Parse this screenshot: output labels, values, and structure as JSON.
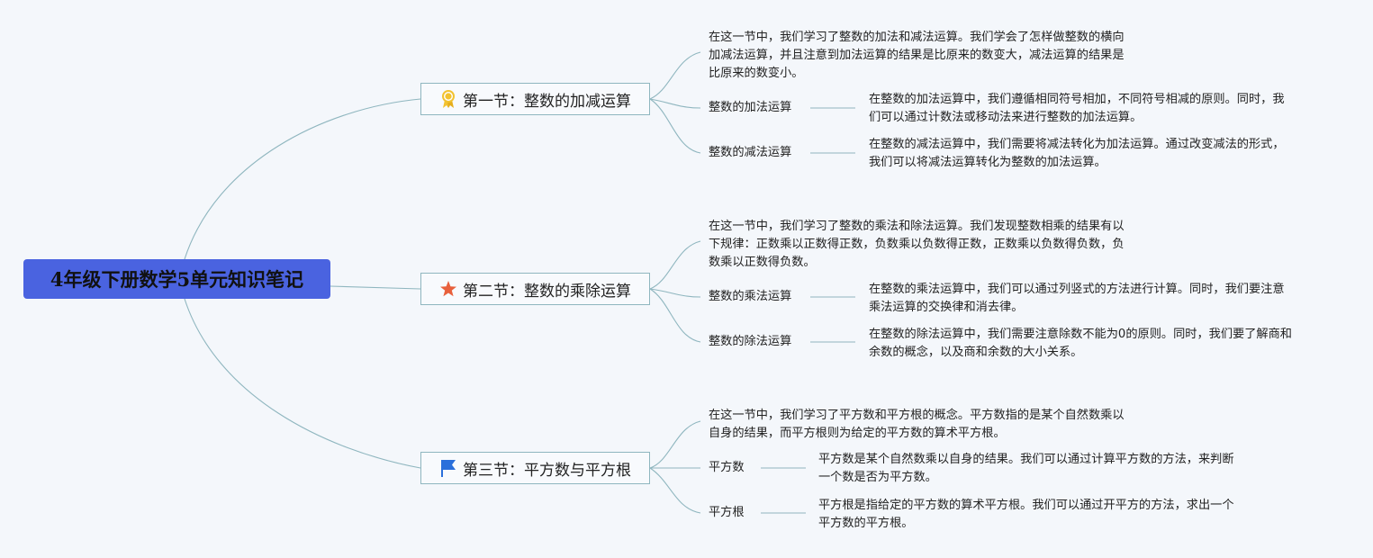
{
  "root": {
    "title": "4年级下册数学5单元知识笔记"
  },
  "sections": [
    {
      "title": "第一节：整数的加减运算",
      "icon": "award-ribbon-icon",
      "summary": [
        "在这一节中，我们学习了整数的加法和减法运算。我们学会了怎样做整数的横向",
        "加减法运算，并且注意到加法运算的结果是比原来的数变大，减法运算的结果是",
        "比原来的数变小。"
      ],
      "children": [
        {
          "label": "整数的加法运算",
          "text": [
            "在整数的加法运算中，我们遵循相同符号相加，不同符号相减的原则。同时，我",
            "们可以通过计数法或移动法来进行整数的加法运算。"
          ]
        },
        {
          "label": "整数的减法运算",
          "text": [
            "在整数的减法运算中，我们需要将减法转化为加法运算。通过改变减法的形式，",
            "我们可以将减法运算转化为整数的加法运算。"
          ]
        }
      ]
    },
    {
      "title": "第二节：整数的乘除运算",
      "icon": "star-icon",
      "summary": [
        "在这一节中，我们学习了整数的乘法和除法运算。我们发现整数相乘的结果有以",
        "下规律：正数乘以正数得正数，负数乘以负数得正数，正数乘以负数得负数，负",
        "数乘以正数得负数。"
      ],
      "children": [
        {
          "label": "整数的乘法运算",
          "text": [
            "在整数的乘法运算中，我们可以通过列竖式的方法进行计算。同时，我们要注意",
            "乘法运算的交换律和消去律。"
          ]
        },
        {
          "label": "整数的除法运算",
          "text": [
            "在整数的除法运算中，我们需要注意除数不能为0的原则。同时，我们要了解商和",
            "余数的概念，以及商和余数的大小关系。"
          ]
        }
      ]
    },
    {
      "title": "第三节：平方数与平方根",
      "icon": "flag-icon",
      "summary": [
        "在这一节中，我们学习了平方数和平方根的概念。平方数指的是某个自然数乘以",
        "自身的结果，而平方根则为给定的平方数的算术平方根。"
      ],
      "children": [
        {
          "label": "平方数",
          "text": [
            "平方数是某个自然数乘以自身的结果。我们可以通过计算平方数的方法，来判断",
            "一个数是否为平方数。"
          ]
        },
        {
          "label": "平方根",
          "text": [
            "平方根是指给定的平方数的算术平方根。我们可以通过开平方的方法，求出一个",
            "平方数的平方根。"
          ]
        }
      ]
    }
  ],
  "colors": {
    "root_fill": "#4a63e0",
    "link": "#8fb6bf",
    "background": "#f4f7fb",
    "award": "#f2c230",
    "star": "#e8603c",
    "flag": "#2a6fdb"
  }
}
